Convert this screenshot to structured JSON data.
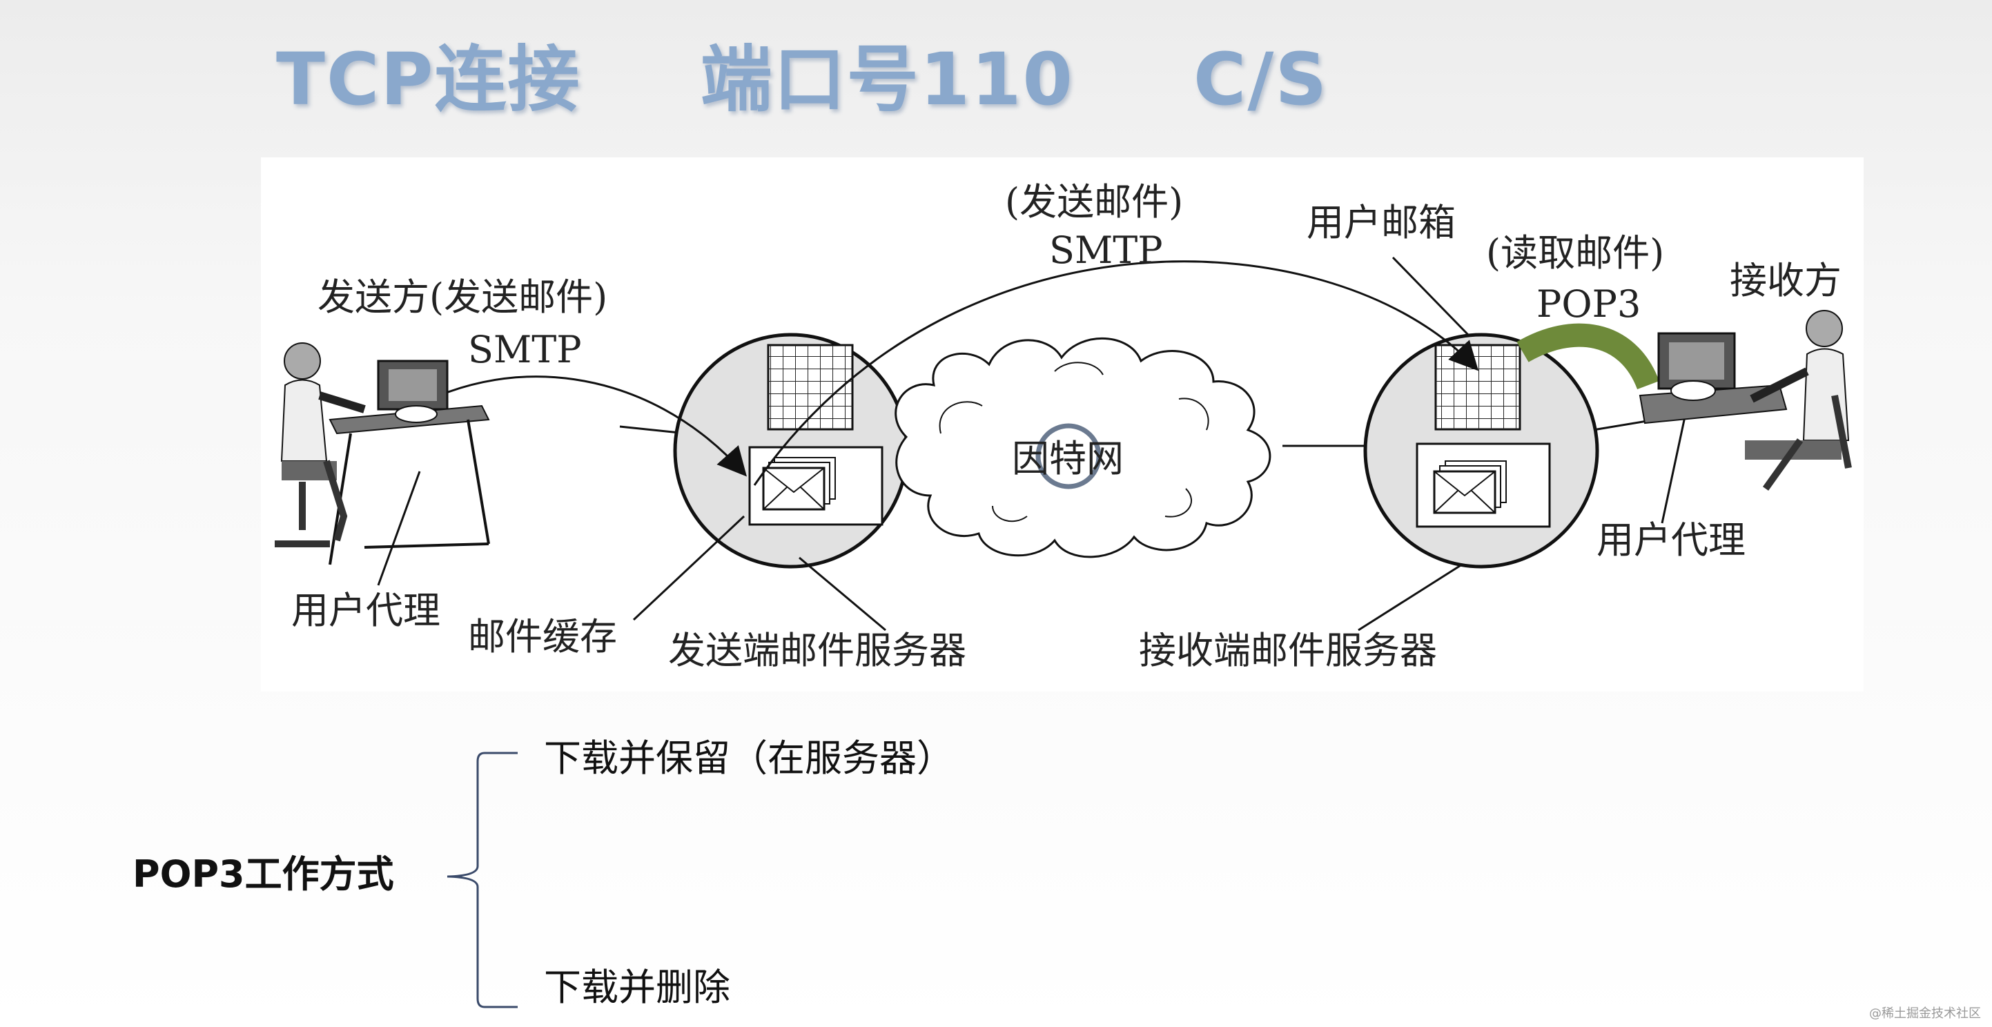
{
  "title": {
    "part1": "TCP连接",
    "part2": "端口号110",
    "part3": "C/S"
  },
  "diagram": {
    "sender_label": "发送方(发送邮件)",
    "sender_protocol": "SMTP",
    "middle_label": "(发送邮件)",
    "middle_protocol": "SMTP",
    "mailbox_label": "用户邮箱",
    "read_label": "(读取邮件)",
    "read_protocol": "POP3",
    "receiver_label": "接收方",
    "internet_label": "因特网",
    "user_agent_left": "用户代理",
    "mail_cache": "邮件缓存",
    "send_server": "发送端邮件服务器",
    "recv_server": "接收端邮件服务器",
    "user_agent_right": "用户代理",
    "accent_color": "#6e8a3a"
  },
  "pop3": {
    "heading": "POP3工作方式",
    "option_keep": "下载并保留（在服务器）",
    "option_delete": "下载并删除"
  },
  "watermark": "@稀土掘金技术社区"
}
